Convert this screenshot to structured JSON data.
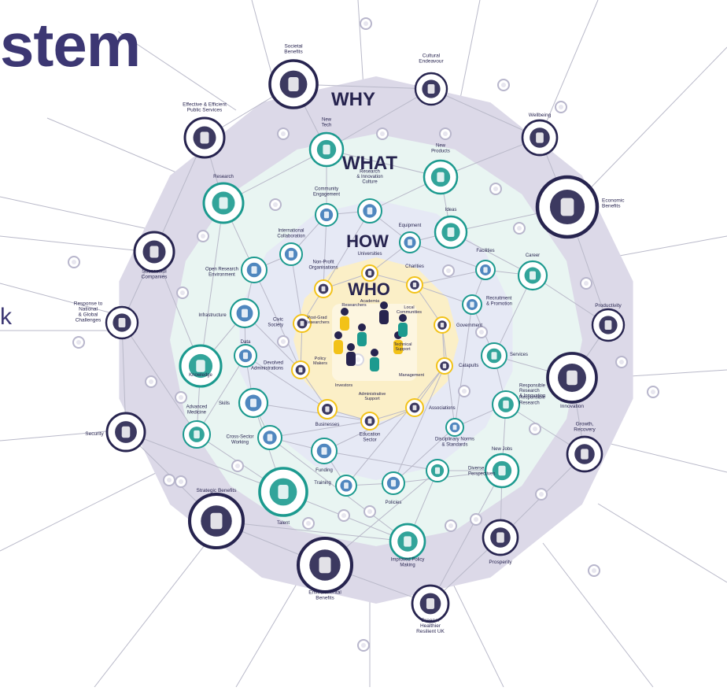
{
  "heading": {
    "text": "stem"
  },
  "side_glyph": "k",
  "colors": {
    "ring_why": "#dcd9e8",
    "ring_what": "#e9f5f2",
    "ring_how": "#e6e9f5",
    "ring_who": "#fbefc7",
    "navy": "#27244f",
    "teal": "#1c9a8f",
    "yellow": "#f2c218",
    "line": "#b9b9c9"
  },
  "layers": {
    "why": "WHY",
    "what": "WHAT",
    "how": "HOW",
    "who": "WHO"
  },
  "why_nodes": [
    {
      "label": "Societal\nBenefits",
      "icon": "people-network-icon"
    },
    {
      "label": "Cultural\nEndeavour",
      "icon": "theatre-mask-icon"
    },
    {
      "label": "Wellbeing",
      "icon": "heart-brain-icon"
    },
    {
      "label": "Economic\nBenefits",
      "icon": "growth-arrow-coins-icon"
    },
    {
      "label": "Productivity",
      "icon": "gear-arrows-icon"
    },
    {
      "label": "Innovation",
      "icon": "lightbulb-icon"
    },
    {
      "label": "Growth,\nRecovery",
      "icon": "bar-chart-plus-icon"
    },
    {
      "label": "Prosperity",
      "icon": "hands-coin-icon"
    },
    {
      "label": "Greener\nHealthier\nResilient UK",
      "icon": "hand-sprout-icon"
    },
    {
      "label": "Environmental\nBenefits",
      "icon": "tree-upload-icon"
    },
    {
      "label": "Strategic Benefits",
      "icon": "rising-chart-icon"
    },
    {
      "label": "Security",
      "icon": "padlock-icon"
    },
    {
      "label": "Response to\nNational\n& Global\nChallenges",
      "icon": "globe-handshake-icon"
    },
    {
      "label": "Successful\nCompanies",
      "icon": "business-person-door-icon"
    },
    {
      "label": "Effective & Efficient\nPublic Services",
      "icon": "capitol-building-icon"
    }
  ],
  "what_nodes": [
    {
      "label": "New\nTech",
      "icon": "tablet-icon"
    },
    {
      "label": "New\nProducts",
      "icon": "open-box-icon"
    },
    {
      "label": "Ideas",
      "icon": "question-head-icon"
    },
    {
      "label": "Career",
      "icon": "climber-flag-icon"
    },
    {
      "label": "Services",
      "icon": "support-headset-icon"
    },
    {
      "label": "Responsible\nResearch\n& Innovation",
      "icon": "document-list-icon"
    },
    {
      "label": "New Jobs",
      "icon": "id-badge-icon"
    },
    {
      "label": "Diverse\nPerspectives",
      "icon": "eye-icon"
    },
    {
      "label": "Improved Policy\nMaking",
      "icon": "quill-icon"
    },
    {
      "label": "Talent",
      "icon": "person-tick-icon"
    },
    {
      "label": "Advanced\nMedicine",
      "icon": "flask-icon"
    },
    {
      "label": "Knowledge",
      "icon": "brain-head-icon"
    },
    {
      "label": "Research",
      "icon": "test-tubes-icon"
    }
  ],
  "how_nodes": [
    {
      "label": "Community\nEngagement",
      "icon": "chat-bubbles-icon"
    },
    {
      "label": "Research\n& Innovation\nCulture",
      "icon": "people-ideas-icon"
    },
    {
      "label": "Equipment",
      "icon": "microscope-desk-icon"
    },
    {
      "label": "Facilities",
      "icon": "buildings-icon"
    },
    {
      "label": "Recruitment\n& Promotion",
      "icon": "magnifier-person-icon"
    },
    {
      "label": "Responsible\nResearch",
      "icon": ""
    },
    {
      "label": "Disciplinary Norms\n& Standards",
      "icon": "scales-icon"
    },
    {
      "label": "Policies",
      "icon": "scroll-icon"
    },
    {
      "label": "Training",
      "icon": "presentation-board-icon"
    },
    {
      "label": "Funding",
      "icon": "banknote-icon"
    },
    {
      "label": "Cross-Sector\nWorking",
      "icon": "bridge-icon"
    },
    {
      "label": "Skills",
      "icon": "raised-hands-icon"
    },
    {
      "label": "Data",
      "icon": "pie-chart-icon"
    },
    {
      "label": "Infrastructure",
      "icon": "lab-bulb-icon"
    },
    {
      "label": "Open Research\nEnvironment",
      "icon": "hands-open-icon"
    },
    {
      "label": "International\nCollaboration",
      "icon": "world-map-icon"
    }
  ],
  "who_nodes": [
    {
      "label": "Non-Profit\nOrganisations",
      "icon": "heart-hands-icon"
    },
    {
      "label": "Universities",
      "icon": "mortarboard-icon"
    },
    {
      "label": "Charities",
      "icon": "charity-heart-icon"
    },
    {
      "label": "Government",
      "icon": "parliament-icon"
    },
    {
      "label": "Catapults",
      "icon": "catapult-icon"
    },
    {
      "label": "Associations",
      "icon": "nodes-icon"
    },
    {
      "label": "Education\nSector",
      "icon": "books-icon"
    },
    {
      "label": "Businesses",
      "icon": "shop-icon"
    },
    {
      "label": "Devolved\nAdministrations",
      "icon": "hand-pen-icon"
    },
    {
      "label": "Civic\nSociety",
      "icon": "crowd-icon"
    }
  ],
  "core_roles": [
    "Researchers",
    "Academia",
    "Local\nCommunities",
    "Post-Grad\nResearchers",
    "Policy\nMakers",
    "Technical\nSupport",
    "Management",
    "Investors",
    "Administrative\nSupport"
  ]
}
